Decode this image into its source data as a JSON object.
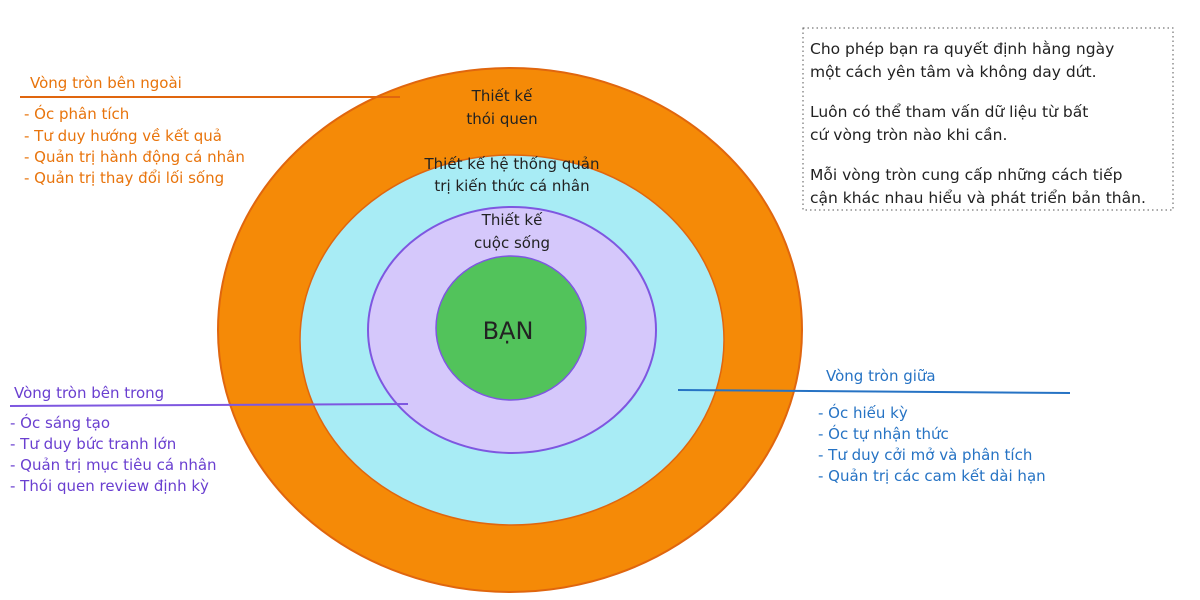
{
  "colors": {
    "outer_ring": "#F58A07",
    "middle_ring": "#A8ECF5",
    "inner_ring": "#D5C8FB",
    "core": "#52C35B",
    "outer_text": "#E8740C",
    "inner_text": "#6A3FD0",
    "middle_text": "#2673C4",
    "stroke_outer": "#E0660E",
    "stroke_inner": "#7E57E0"
  },
  "rings": {
    "outer_label": [
      "Thiết kế",
      "thói quen"
    ],
    "middle_label": [
      "Thiết kế hệ thống quản",
      "trị kiến thức cá nhân"
    ],
    "inner_label": [
      "Thiết kế",
      "cuộc sống"
    ],
    "core_label": "BẠN"
  },
  "outer_group": {
    "title": "Vòng tròn bên ngoài",
    "items": [
      "- Óc phân tích",
      "- Tư duy hướng về kết quả",
      "- Quản trị hành động cá nhân",
      "- Quản trị thay đổi lối sống"
    ]
  },
  "inner_group": {
    "title": "Vòng tròn bên trong",
    "items": [
      "- Óc sáng tạo",
      "- Tư duy bức tranh lớn",
      "- Quản trị mục tiêu cá nhân",
      "- Thói quen review định kỳ"
    ]
  },
  "middle_group": {
    "title": "Vòng tròn giữa",
    "items": [
      "- Óc hiếu kỳ",
      "- Óc tự nhận thức",
      "- Tư duy cởi mở và phân tích",
      "- Quản trị các cam kết dài hạn"
    ]
  },
  "note": {
    "lines": [
      "Cho phép bạn ra quyết định hằng ngày",
      "một cách yên tâm và không day dứt.",
      "",
      "Luôn có thể tham vấn dữ liệu từ bất",
      "cứ vòng tròn nào khi cần.",
      "",
      "Mỗi vòng tròn cung cấp những cách tiếp",
      "cận khác nhau hiểu và phát triển bản thân."
    ]
  }
}
